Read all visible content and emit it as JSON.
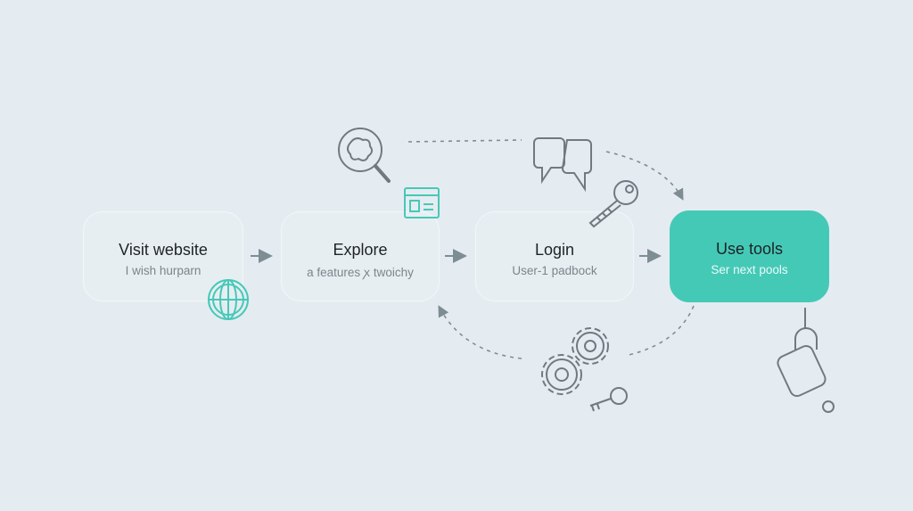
{
  "steps": [
    {
      "title": "Visit website",
      "subtitle": "I wish hurparn"
    },
    {
      "title": "Explore",
      "subtitle": "a features ꭗ twoichy"
    },
    {
      "title": "Login",
      "subtitle": "User-1 padbock"
    },
    {
      "title": "Use tools",
      "subtitle": "Ser next pools"
    }
  ],
  "colors": {
    "accent": "#45c9b7",
    "background": "#e5ecf1",
    "line": "#7e8d94",
    "icon": "#6f7a80"
  }
}
